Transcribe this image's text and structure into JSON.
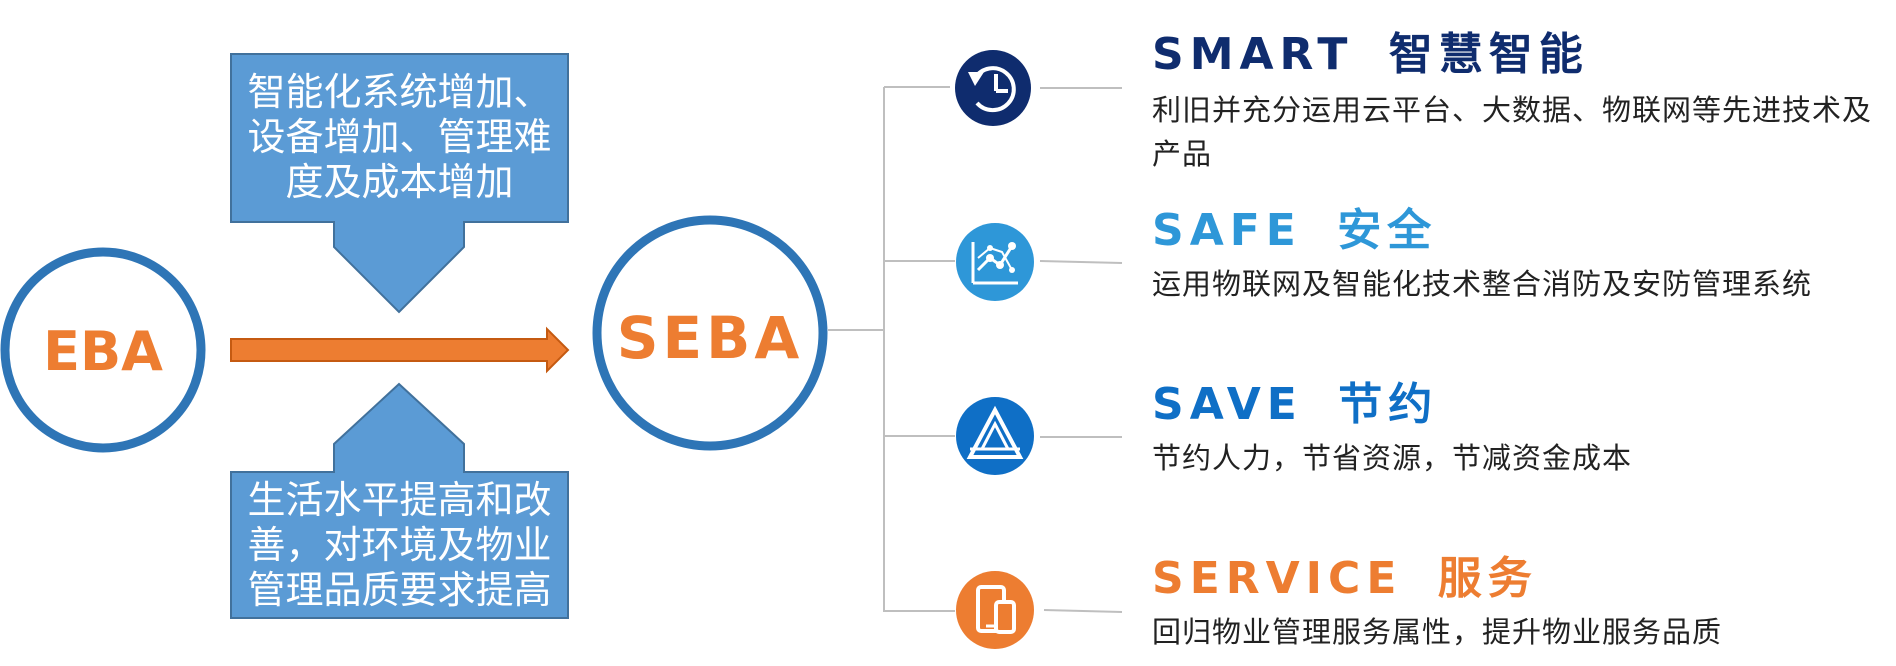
{
  "colors": {
    "box_blue": "#5B9BD5",
    "box_border": "#41719C",
    "circle_blue": "#2E75B6",
    "orange": "#ED7D31",
    "navy": "#0F2C6E",
    "light_blue": "#2E97D8",
    "mid_blue": "#0F6FC6",
    "line_gray": "#BFBFBF"
  },
  "left": {
    "eba_label": "EBA",
    "seba_label": "SEBA",
    "top_box_text": "智能化系统增加、\n设备增加、管理难\n度及成本增加",
    "bottom_box_text": "生活水平提高和改\n善，对环境及物业\n管理品质要求提高"
  },
  "features": [
    {
      "heading_en": "SMART",
      "heading_cn": "智慧智能",
      "color": "#0F2C6E",
      "icon": "clock-refresh-icon",
      "description": "利旧并充分运用云平台、大数据、物联网等先进技术及产品"
    },
    {
      "heading_en": "SAFE",
      "heading_cn": "安全",
      "color": "#2E97D8",
      "icon": "line-chart-icon",
      "description": "运用物联网及智能化技术整合消防及安防管理系统"
    },
    {
      "heading_en": "SAVE",
      "heading_cn": "节约",
      "color": "#0F6FC6",
      "icon": "triangle-icon",
      "description": "节约人力，节省资源，节减资金成本"
    },
    {
      "heading_en": "SERVICE",
      "heading_cn": "服务",
      "color": "#ED7D31",
      "icon": "mobile-devices-icon",
      "description": "回归物业管理服务属性，提升物业服务品质"
    }
  ]
}
